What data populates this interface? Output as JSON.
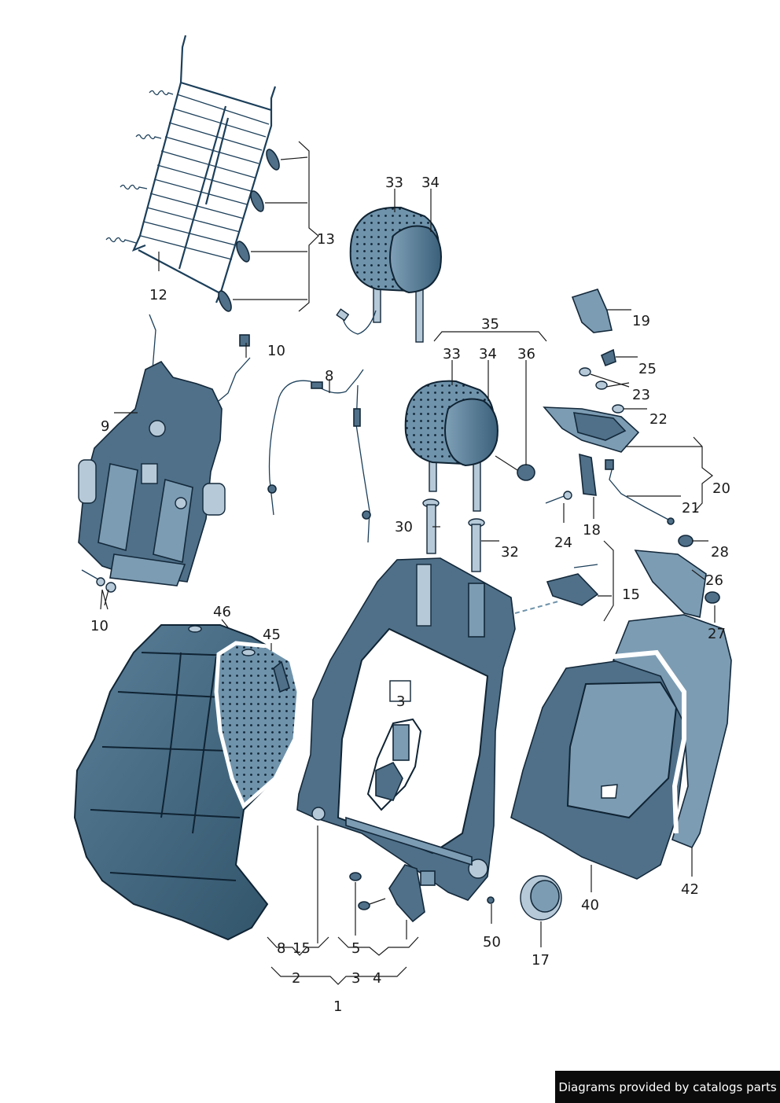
{
  "diagram": {
    "part_labels": [
      {
        "id": "p12",
        "text": "12"
      },
      {
        "id": "p13",
        "text": "13"
      },
      {
        "id": "p33a",
        "text": "33"
      },
      {
        "id": "p34a",
        "text": "34"
      },
      {
        "id": "p10a",
        "text": "10"
      },
      {
        "id": "p9",
        "text": "9"
      },
      {
        "id": "p8",
        "text": "8"
      },
      {
        "id": "p35",
        "text": "35"
      },
      {
        "id": "p33b",
        "text": "33"
      },
      {
        "id": "p34b",
        "text": "34"
      },
      {
        "id": "p36",
        "text": "36"
      },
      {
        "id": "p19",
        "text": "19"
      },
      {
        "id": "p25",
        "text": "25"
      },
      {
        "id": "p23",
        "text": "23"
      },
      {
        "id": "p22",
        "text": "22"
      },
      {
        "id": "p20",
        "text": "20"
      },
      {
        "id": "p21",
        "text": "21"
      },
      {
        "id": "p18",
        "text": "18"
      },
      {
        "id": "p24",
        "text": "24"
      },
      {
        "id": "p30",
        "text": "30"
      },
      {
        "id": "p32",
        "text": "32"
      },
      {
        "id": "p28",
        "text": "28"
      },
      {
        "id": "p26",
        "text": "26"
      },
      {
        "id": "p27",
        "text": "27"
      },
      {
        "id": "p15a",
        "text": "15"
      },
      {
        "id": "p10b",
        "text": "10"
      },
      {
        "id": "p46",
        "text": "46"
      },
      {
        "id": "p45",
        "text": "45"
      },
      {
        "id": "p3a",
        "text": "3"
      },
      {
        "id": "p42",
        "text": "42"
      },
      {
        "id": "p40",
        "text": "40"
      },
      {
        "id": "p50",
        "text": "50"
      },
      {
        "id": "p17",
        "text": "17"
      },
      {
        "id": "p8b",
        "text": "8"
      },
      {
        "id": "p15b",
        "text": "15"
      },
      {
        "id": "p5",
        "text": "5"
      },
      {
        "id": "p2",
        "text": "2"
      },
      {
        "id": "p3b",
        "text": "3"
      },
      {
        "id": "p4",
        "text": "4"
      },
      {
        "id": "p1",
        "text": "1"
      }
    ]
  },
  "credit": {
    "text": "Diagrams provided by catalogs parts"
  },
  "colors": {
    "part_fill": "#4f7088",
    "part_light": "#b5c9d8",
    "outline": "#13283a",
    "credit_bg": "#0b0b0b"
  }
}
